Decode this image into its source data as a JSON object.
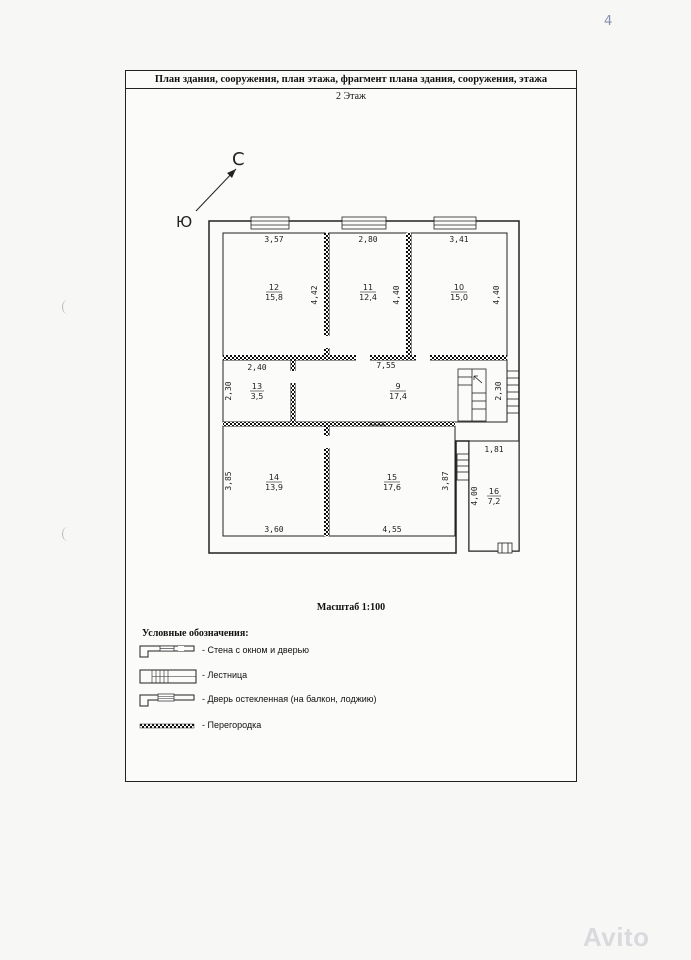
{
  "page_mark": "4",
  "sheet": {
    "title": "План здания, сооружения, план этажа, фрагмент плана здания, сооружения, этажа",
    "floor": "2 Этаж"
  },
  "compass": {
    "north": "С",
    "south": "Ю"
  },
  "rooms": [
    {
      "id": "r12",
      "number": "12",
      "area": "15,8",
      "w": "3,57",
      "h": "4,42"
    },
    {
      "id": "r11",
      "number": "11",
      "area": "12,4",
      "w": "2,80",
      "h": "4,40"
    },
    {
      "id": "r10",
      "number": "10",
      "area": "15,0",
      "w": "3,41",
      "h": "4,40"
    },
    {
      "id": "r13",
      "number": "13",
      "area": "3,5",
      "w": "2,40",
      "h": "2,30"
    },
    {
      "id": "r9",
      "number": "9",
      "area": "17,4",
      "w": "7,55",
      "h": "2,30"
    },
    {
      "id": "r14",
      "number": "14",
      "area": "13,9",
      "w": "3,60",
      "h": "3,85"
    },
    {
      "id": "r15",
      "number": "15",
      "area": "17,6",
      "w": "4,55",
      "h": "3,87"
    },
    {
      "id": "r16",
      "number": "16",
      "area": "7,2",
      "w": "1,81",
      "h": "4,00"
    }
  ],
  "scale": "Масштаб 1:100",
  "legend": {
    "title": "Условные обозначения:",
    "items": [
      {
        "symbol": "wall-window-door",
        "label": "- Стена с окном и дверью"
      },
      {
        "symbol": "stairs",
        "label": "- Лестница"
      },
      {
        "symbol": "glass-door",
        "label": "- Дверь остекленная (на балкон, лоджию)"
      },
      {
        "symbol": "partition",
        "label": "- Перегородка"
      }
    ]
  },
  "watermark": "Avito"
}
